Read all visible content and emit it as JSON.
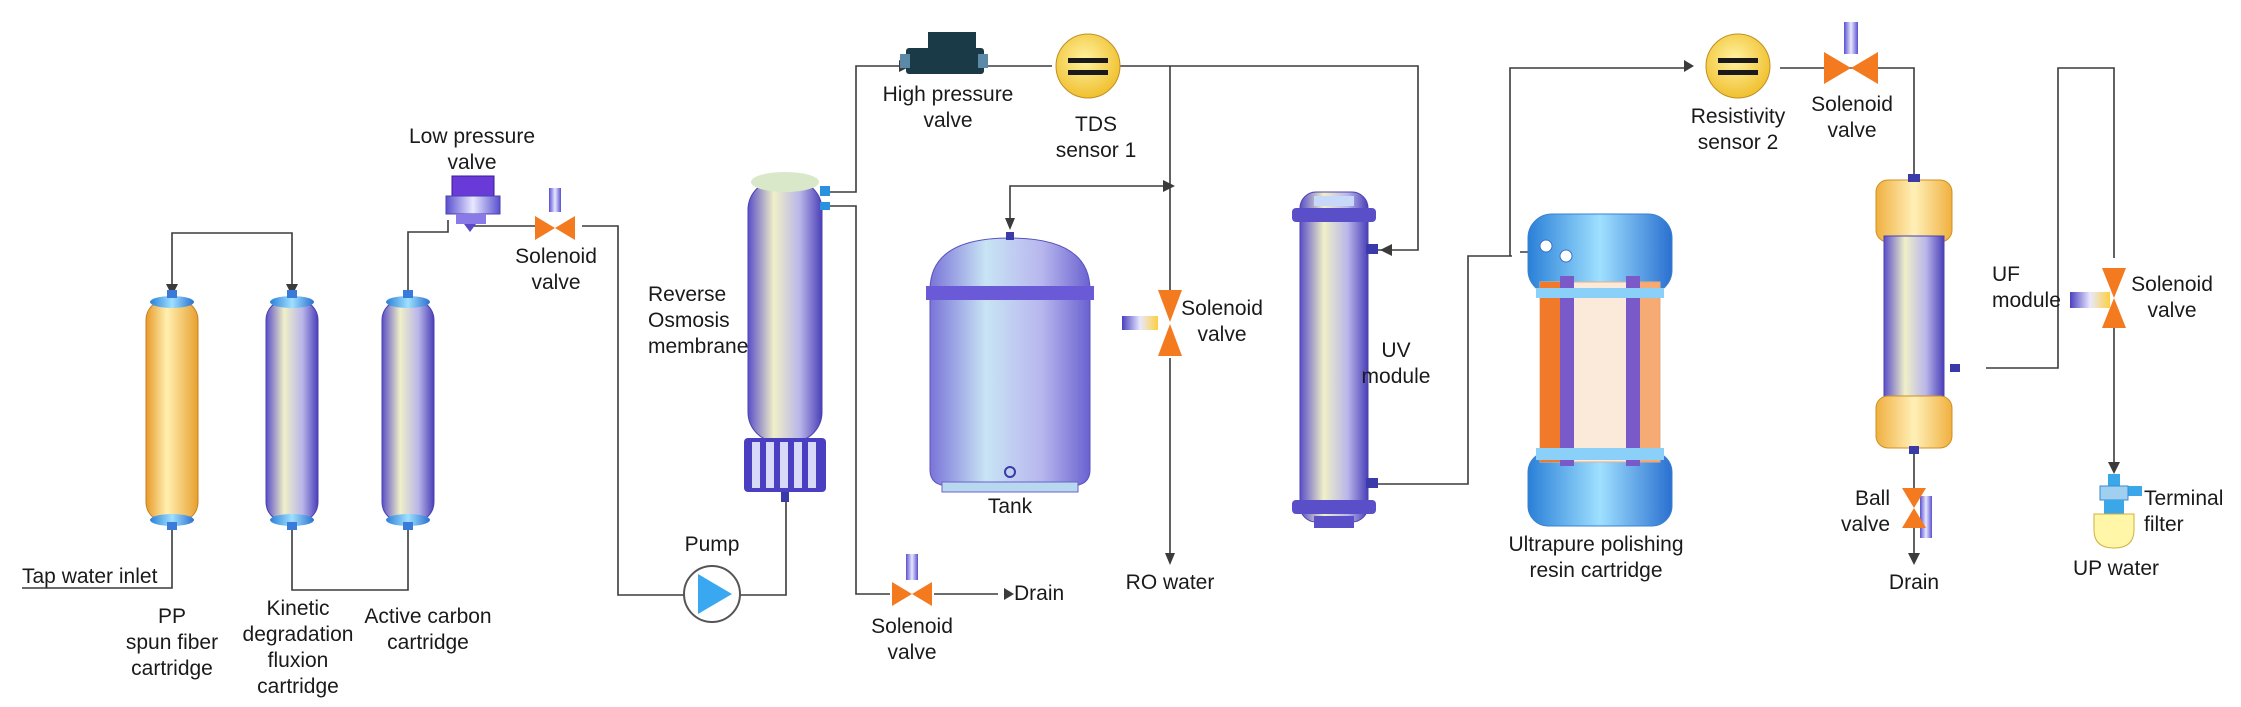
{
  "labels": {
    "tap_water_inlet": "Tap water inlet",
    "pp_cartridge": [
      "PP",
      "spun fiber",
      "cartridge"
    ],
    "kdf_cartridge": [
      "Kinetic",
      "degradation",
      "fluxion",
      "cartridge"
    ],
    "carbon_cartridge": [
      "Active carbon",
      "cartridge"
    ],
    "low_pressure_valve": [
      "Low pressure",
      "valve"
    ],
    "solenoid_valve_1": [
      "Solenoid",
      "valve"
    ],
    "ro_membrane": [
      "Reverse",
      "Osmosis",
      "membrane"
    ],
    "pump": "Pump",
    "high_pressure_valve": [
      "High pressure",
      "valve"
    ],
    "tds_sensor": [
      "TDS",
      "sensor 1"
    ],
    "solenoid_valve_drain": [
      "Solenoid",
      "valve"
    ],
    "drain_1": "Drain",
    "tank": "Tank",
    "solenoid_valve_ro": [
      "Solenoid",
      "valve"
    ],
    "ro_water": "RO water",
    "uv_module": [
      "UV",
      "module"
    ],
    "resin_cartridge": [
      "Ultrapure polishing",
      "resin cartridge"
    ],
    "resistivity_sensor": [
      "Resistivity",
      "sensor 2"
    ],
    "solenoid_valve_4": [
      "Solenoid",
      "valve"
    ],
    "uf_module": [
      "UF",
      "module"
    ],
    "ball_valve": [
      "Ball",
      "valve"
    ],
    "drain_2": "Drain",
    "solenoid_valve_5": [
      "Solenoid",
      "valve"
    ],
    "terminal_filter": [
      "Terminal",
      "filter"
    ],
    "up_water": "UP water"
  },
  "colors": {
    "pipe": "#3b3b3b",
    "cartridge_body": "#c9c6e8",
    "cartridge_cap": "#4aa8e8",
    "valve": "#f47a20",
    "sensor": "#f5d04a",
    "pump_triangle": "#3aa8f0",
    "resin_orange": "#f07a2a"
  }
}
